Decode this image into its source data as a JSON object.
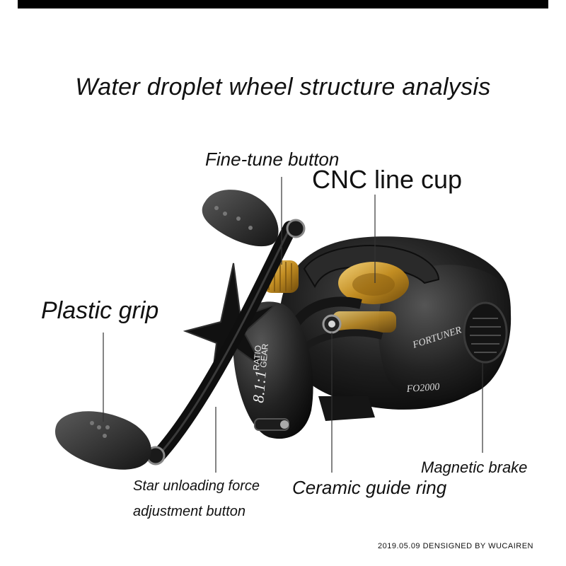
{
  "title": "Water droplet wheel structure analysis",
  "labels": {
    "fine_tune": "Fine-tune button",
    "cnc_cup": "CNC line cup",
    "plastic_grip": "Plastic grip",
    "star_line1": "Star unloading force",
    "star_line2": "adjustment button",
    "ceramic_ring": "Ceramic guide ring",
    "magnetic_brake": "Magnetic brake"
  },
  "reel_text": {
    "gear_ratio": "8.1:1",
    "gear_word1": "GEAR",
    "gear_word2": "RATIO",
    "brand": "FORTUNER",
    "model": "FO2000"
  },
  "credit": "2019.05.09 DENSIGNED BY WUCAIREN",
  "colors": {
    "body": "#1b1b1b",
    "gold": "#c79a2e",
    "background": "#ffffff"
  }
}
